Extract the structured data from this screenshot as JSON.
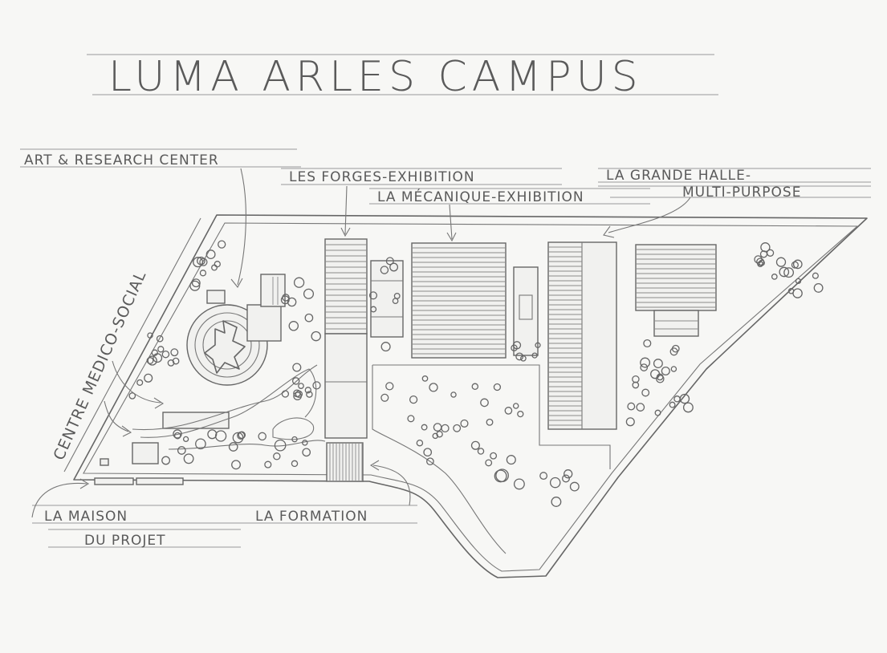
{
  "title": "LUMA ARLES CAMPUS",
  "labels": {
    "art_research_center": "ART & RESEARCH CENTER",
    "les_forges": "LES FORGES-EXHIBITION",
    "la_mecanique": "LA MÉCANIQUE-EXHIBITION",
    "la_grande_halle_1": "LA GRANDE HALLE-",
    "la_grande_halle_2": "MULTI-PURPOSE",
    "centre_medico_social": "CENTRE MEDICO-SOCIAL",
    "la_maison_1": "LA MAISON",
    "la_maison_2": "DU PROJET",
    "la_formation": "LA FORMATION"
  }
}
